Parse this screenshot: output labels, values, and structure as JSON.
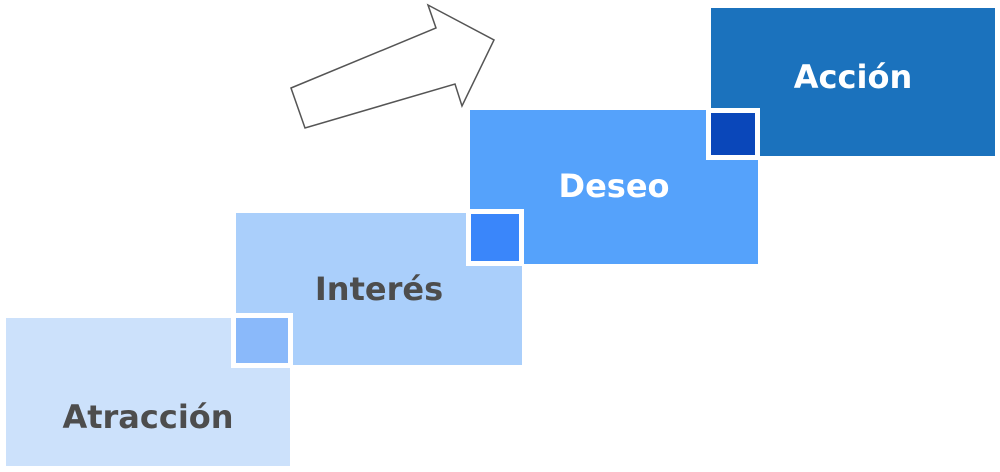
{
  "diagram": {
    "steps": [
      {
        "label": "Atracción",
        "fill": "#CCE1FB",
        "text_color": "#4D4D4D"
      },
      {
        "label": "Interés",
        "fill": "#AACFFB",
        "text_color": "#4D4D4D"
      },
      {
        "label": "Deseo",
        "fill": "#55A2FB",
        "text_color": "#FFFFFF"
      },
      {
        "label": "Acción",
        "fill": "#1B72BD",
        "text_color": "#FFFFFF"
      }
    ],
    "overlap_colors": [
      "#8AB9FA",
      "#3A86FA",
      "#0A47BA"
    ],
    "arrow": {
      "icon": "outlined-up-right-arrow-icon",
      "stroke": "#555555",
      "fill": "#FFFFFF"
    }
  }
}
